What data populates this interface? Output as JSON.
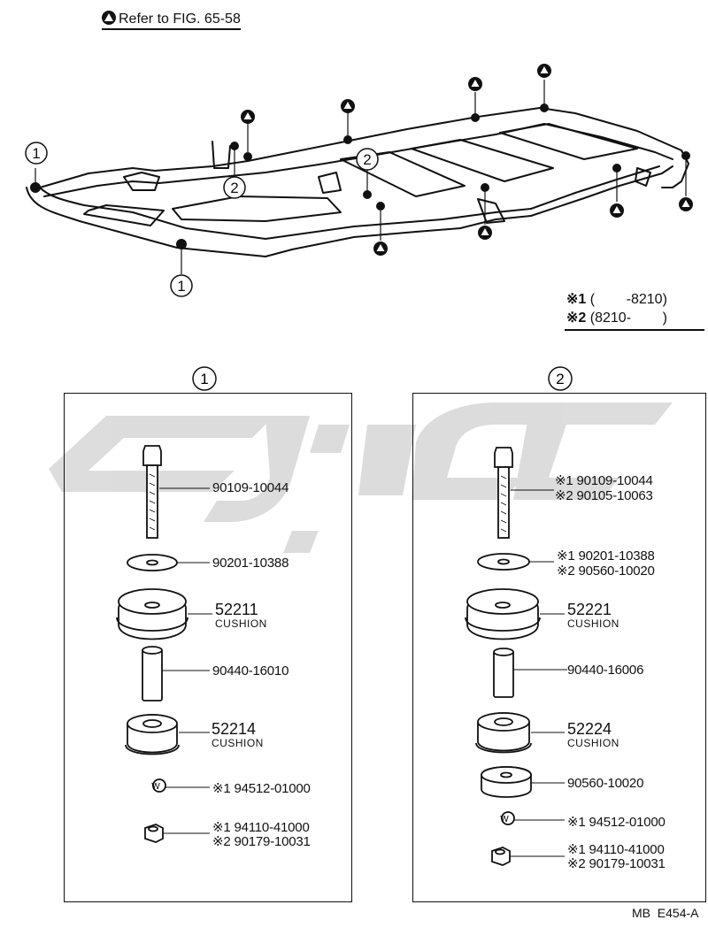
{
  "header": {
    "ref_symbol": "triangle-circle-icon",
    "ref_text": "Refer to FIG. 65-58"
  },
  "callouts": {
    "one": "1",
    "two": "2"
  },
  "legend": {
    "row1_mark": "※1",
    "row1_range": "(        -8210)",
    "row2_mark": "※2",
    "row2_range": "(8210-        )"
  },
  "panel1": {
    "title": "1",
    "bolt": "90109-10044",
    "washer": "90201-10388",
    "upper_cushion": {
      "number": "52211",
      "name": "CUSHION"
    },
    "collar": "90440-16010",
    "lower_cushion": {
      "number": "52214",
      "name": "CUSHION"
    },
    "lock_washer": "※1 94512-01000",
    "nut_a": "※1 94110-41000",
    "nut_b": "※2 90179-10031"
  },
  "panel2": {
    "title": "2",
    "bolt_a": "※1 90109-10044",
    "bolt_b": "※2 90105-10063",
    "washer_a": "※1 90201-10388",
    "washer_b": "※2 90560-10020",
    "upper_cushion": {
      "number": "52221",
      "name": "CUSHION"
    },
    "collar": "90440-16006",
    "lower_cushion": {
      "number": "52224",
      "name": "CUSHION"
    },
    "spacer": "90560-10020",
    "lock_washer": "※1 94512-01000",
    "nut_a": "※1 94110-41000",
    "nut_b": "※2 90179-10031"
  },
  "diagram_code": "MB  E454-A",
  "colors": {
    "ink": "#111111",
    "watermark": "#d8d8d8"
  }
}
